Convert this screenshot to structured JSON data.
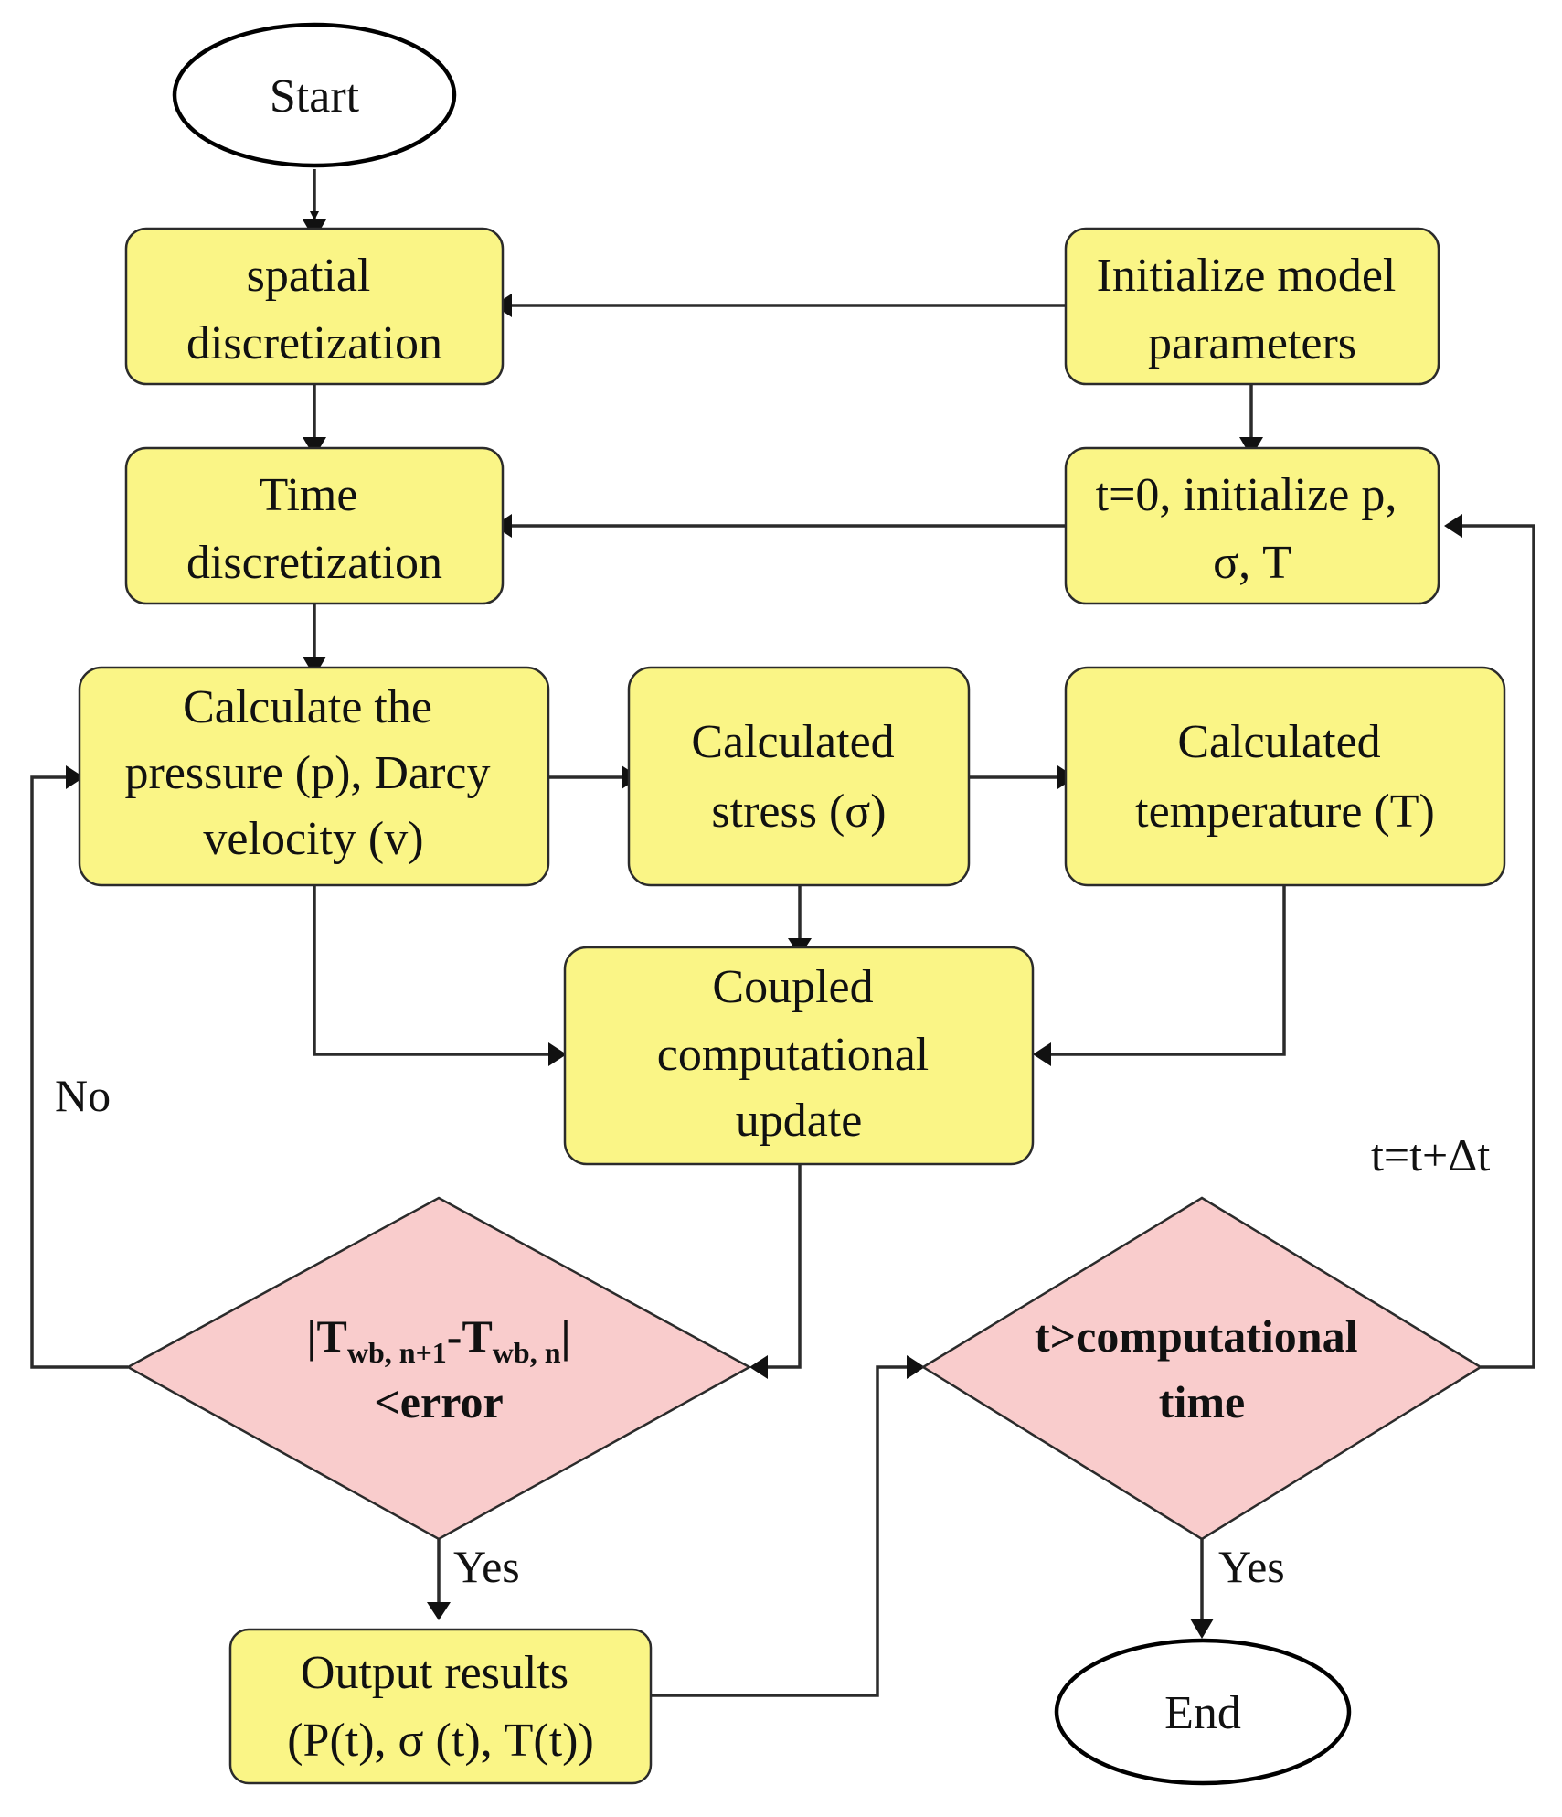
{
  "colors": {
    "process_fill": "#faf586",
    "decision_fill": "#f9cccc",
    "terminal_fill": "#ffffff",
    "line": "#2b2b2b"
  },
  "nodes": {
    "start": "Start",
    "spatial": [
      "spatial",
      "discretization"
    ],
    "init_params": [
      "Initialize model",
      "parameters"
    ],
    "time_disc": [
      "Time",
      "discretization"
    ],
    "init_t0": [
      "t=0, initialize p,",
      "σ, T"
    ],
    "calc_pressure": [
      "Calculate the",
      "pressure (p), Darcy",
      "velocity (v)"
    ],
    "calc_stress": [
      "Calculated",
      "stress (σ)"
    ],
    "calc_temp": [
      "Calculated",
      "temperature (T)"
    ],
    "coupled": [
      "Coupled",
      "computational",
      "update"
    ],
    "decision_error": {
      "prefix": "|T",
      "sub1": "wb, n+1",
      "mid": "-T",
      "sub2": "wb, n",
      "suffix": "|",
      "line2": "<error"
    },
    "decision_time": [
      "t>computational",
      "time"
    ],
    "output": [
      "Output results",
      "(P(t), σ (t), T(t))"
    ],
    "end": "End"
  },
  "labels": {
    "no": "No",
    "yes_error": "Yes",
    "yes_time": "Yes",
    "increment": "t=t+Δt"
  }
}
